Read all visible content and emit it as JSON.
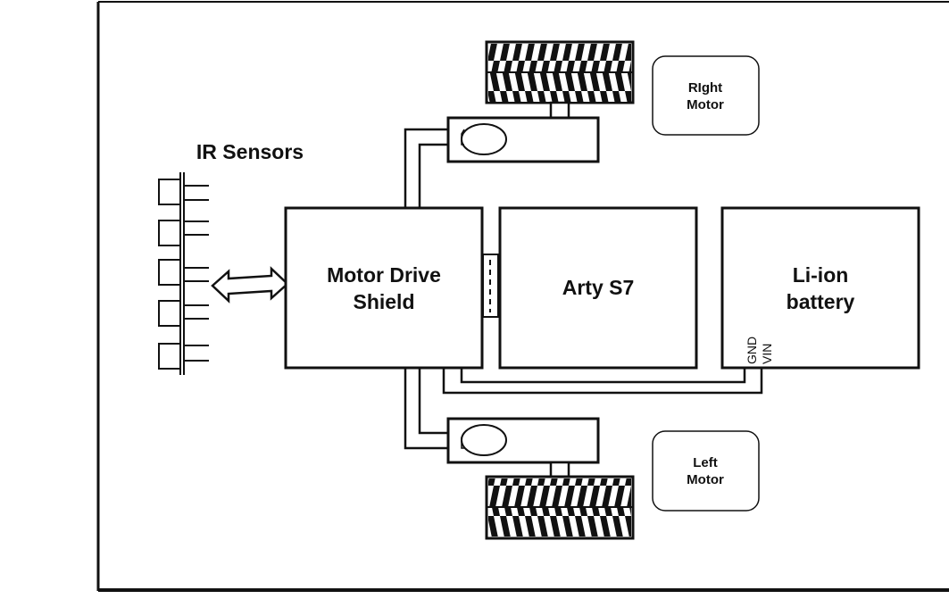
{
  "labels": {
    "ir_sensors": "IR Sensors",
    "motor_drive_line1": "Motor Drive",
    "motor_drive_line2": "Shield",
    "arty": "Arty S7",
    "battery_line1": "Li-ion",
    "battery_line2": "battery",
    "gnd": "GND",
    "vin": "VIN",
    "right_motor_line1": "RIght",
    "right_motor_line2": "Motor",
    "left_motor_line1": "Left",
    "left_motor_line2": "Motor"
  },
  "colors": {
    "stroke": "#111111",
    "background": "#ffffff"
  },
  "icons": {
    "bidirectional_arrow": "double-arrow-icon",
    "wheel": "hatched-wheel-icon",
    "motor": "motor-icon"
  }
}
